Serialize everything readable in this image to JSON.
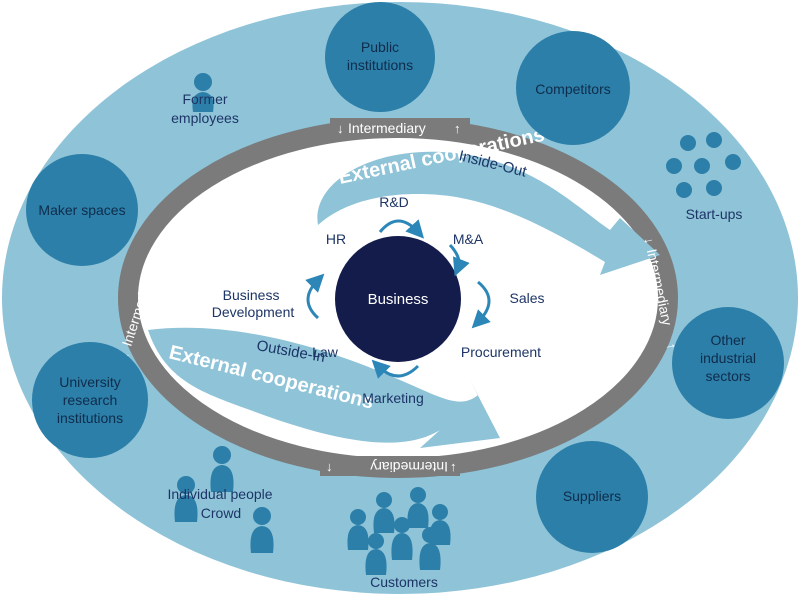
{
  "colors": {
    "outer_ellipse": "#8ec3d8",
    "ring": "#7b7b7b",
    "stakeholder": "#2c7fa8",
    "core": "#141c4b",
    "arrow": "#8ec3d8",
    "cycle": "#2c86b8"
  },
  "center": {
    "label": "Business"
  },
  "core_functions": [
    "R&D",
    "M&A",
    "Sales",
    "Procurement",
    "Marketing",
    "Law",
    "Business\nDevelopment",
    "HR"
  ],
  "flows": {
    "inside_out": {
      "title": "External cooperations",
      "subtitle": "Inside-Out"
    },
    "outside_in": {
      "title": "External cooperations",
      "subtitle": "Outside-In"
    }
  },
  "ring_label": "Intermediary",
  "stakeholders": {
    "public_institutions": "Public institutions",
    "competitors": "Competitors",
    "maker_spaces": "Maker spaces",
    "other_industrial_sectors": "Other industrial sectors",
    "university_research": "University research institutions",
    "suppliers": "Suppliers",
    "start_ups": "Start-ups",
    "former_employees": "Former employees",
    "individual_people": "Individual people",
    "crowd": "Crowd",
    "customers": "Customers"
  },
  "icons": {
    "person": "person-icon",
    "startup_cluster": "startup-cluster-icon",
    "cycle_arrow": "cycle-arrow-icon",
    "up_arrow": "up-arrow-icon",
    "down_arrow": "down-arrow-icon"
  }
}
